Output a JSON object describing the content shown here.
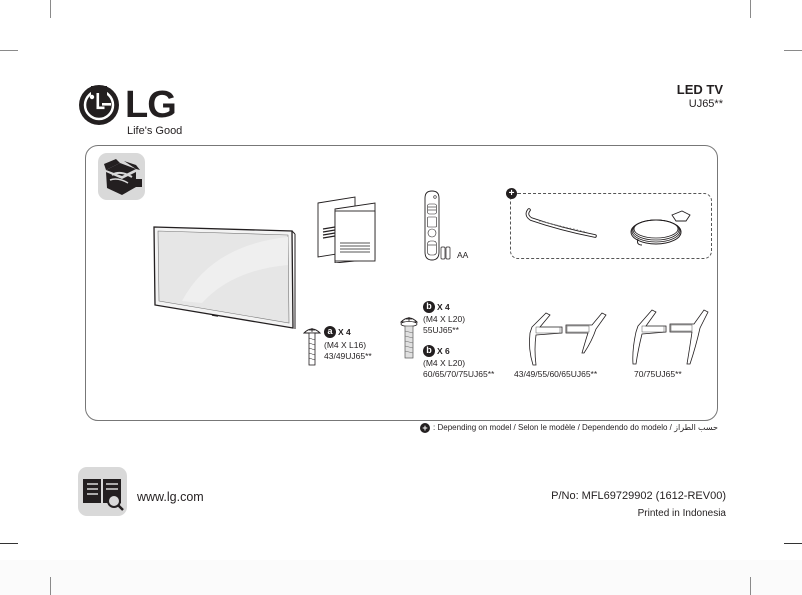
{
  "brand": {
    "logo_letters": "LG",
    "tagline": "Life's Good"
  },
  "product": {
    "type": "LED TV",
    "model": "UJ65**"
  },
  "contents": {
    "section_icon": "open-box-icon",
    "items": [
      {
        "name": "tv",
        "icon": "tv-icon"
      },
      {
        "name": "manuals",
        "icon": "manual-booklets-icon"
      },
      {
        "name": "remote-control",
        "icon": "magic-remote-icon",
        "label": "AA"
      },
      {
        "name": "cable-holder",
        "icon": "cable-tie-icon",
        "optional": true
      },
      {
        "name": "power-cord",
        "icon": "power-cord-icon",
        "optional": true
      }
    ],
    "screws": [
      {
        "letter": "a",
        "qty": "X 4",
        "spec": "(M4 X L16)",
        "models": "43/49UJ65**"
      },
      {
        "letter": "b",
        "qty": "X 4",
        "spec": "(M4 X L20)",
        "models": "55UJ65**"
      },
      {
        "letter": "b",
        "qty": "X 6",
        "spec": "(M4 X L20)",
        "models": "60/65/70/75UJ65**"
      }
    ],
    "stands": [
      {
        "models": "43/49/55/60/65UJ65**"
      },
      {
        "models": "70/75UJ65**"
      }
    ],
    "optional_marker": "+"
  },
  "footnote": {
    "marker": "+",
    "text": ": Depending on model / Selon le modèle / Dependendo do modelo / حسب الطراز"
  },
  "footer": {
    "manual_icon": "online-manual-icon",
    "website": "www.lg.com",
    "part_number": "P/No: MFL69729902 (1612-REV00)",
    "printed_in": "Printed in Indonesia"
  }
}
